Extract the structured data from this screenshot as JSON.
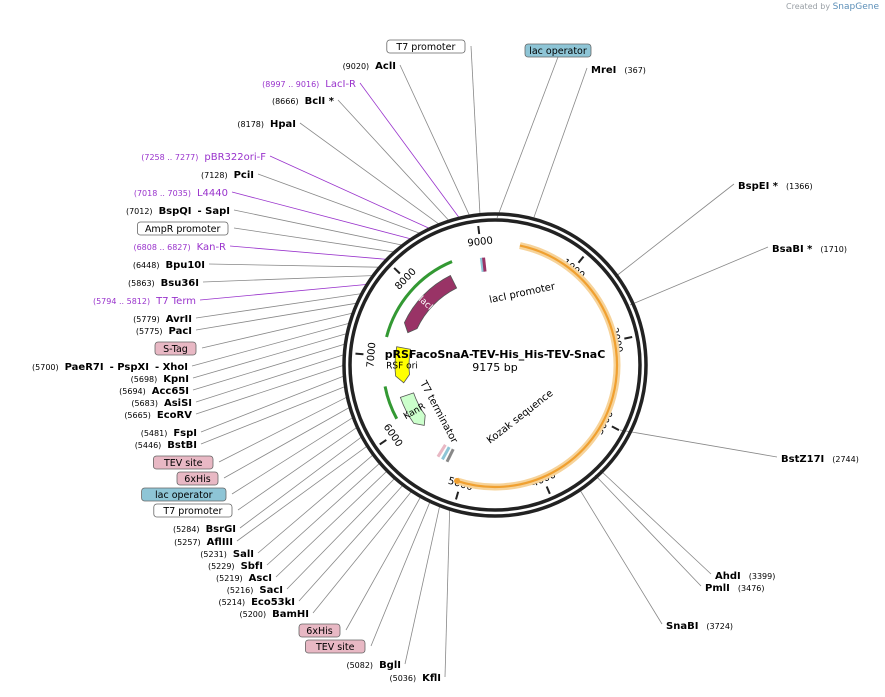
{
  "watermark": {
    "prefix": "Created by",
    "brand": "SnapGene"
  },
  "plasmid": {
    "name": "pRSFacoSnaA-TEV-His_His-TEV-SnaC",
    "length_text": "9175 bp",
    "length": 9175
  },
  "ticks": [
    {
      "pos": 1000,
      "label": "1000"
    },
    {
      "pos": 2000,
      "label": "2000"
    },
    {
      "pos": 3000,
      "label": "3000"
    },
    {
      "pos": 4000,
      "label": "4000"
    },
    {
      "pos": 5000,
      "label": "5000"
    },
    {
      "pos": 6000,
      "label": "6000"
    },
    {
      "pos": 7000,
      "label": "7000"
    },
    {
      "pos": 8000,
      "label": "8000"
    },
    {
      "pos": 9000,
      "label": "9000"
    }
  ],
  "features": [
    {
      "name": "lacI",
      "type": "cds",
      "start": 7400,
      "end": 8500,
      "color": "#993366",
      "text_color": "#ffffff"
    },
    {
      "name": "RSF ori",
      "type": "ori",
      "start": 6600,
      "end": 7150,
      "color": "#ffff00",
      "text_color": "#000000"
    },
    {
      "name": "KanR",
      "type": "cds",
      "start": 5850,
      "end": 6400,
      "color": "#ccffcc",
      "text_color": "#000000"
    },
    {
      "name": "Kozak sequence",
      "type": "cds_orange",
      "start": 300,
      "end": 5050,
      "color": "#f0a030"
    }
  ],
  "inner_labels": [
    {
      "text": "lacI promoter"
    },
    {
      "text": "T7 terminator"
    },
    {
      "text": "Kozak sequence"
    }
  ],
  "enzymes_right": [
    {
      "name": "MreI",
      "pos": "(367)"
    },
    {
      "name": "BspEI *",
      "pos": "(1366)"
    },
    {
      "name": "BsaBI *",
      "pos": "(1710)"
    },
    {
      "name": "BstZ17I",
      "pos": "(2744)"
    },
    {
      "name": "AhdI",
      "pos": "(3399)"
    },
    {
      "name": "PmlI",
      "pos": "(3476)"
    },
    {
      "name": "SnaBI",
      "pos": "(3724)"
    }
  ],
  "labels_left": [
    {
      "kind": "box",
      "text": "T7 promoter",
      "fill": "#ffffff"
    },
    {
      "kind": "enzyme",
      "name": "AclI",
      "pos": "(9020)"
    },
    {
      "kind": "primer",
      "name": "LacI-R",
      "pos": "(8997 .. 9016)"
    },
    {
      "kind": "enzyme",
      "name": "BclI *",
      "pos": "(8666)"
    },
    {
      "kind": "enzyme",
      "name": "HpaI",
      "pos": "(8178)"
    },
    {
      "kind": "primer",
      "name": "pBR322ori-F",
      "pos": "(7258 .. 7277)"
    },
    {
      "kind": "enzyme",
      "name": "PciI",
      "pos": "(7128)"
    },
    {
      "kind": "primer",
      "name": "L4440",
      "pos": "(7018 .. 7035)"
    },
    {
      "kind": "enzyme",
      "name": "BspQI",
      "pos": "(7012)",
      "alt": "SapI"
    },
    {
      "kind": "box",
      "text": "AmpR promoter",
      "fill": "#ffffff"
    },
    {
      "kind": "primer",
      "name": "Kan-R",
      "pos": "(6808 .. 6827)"
    },
    {
      "kind": "enzyme",
      "name": "Bpu10I",
      "pos": "(6448)"
    },
    {
      "kind": "enzyme",
      "name": "Bsu36I",
      "pos": "(5863)"
    },
    {
      "kind": "primer",
      "name": "T7 Term",
      "pos": "(5794 .. 5812)"
    },
    {
      "kind": "enzyme",
      "name": "AvrII",
      "pos": "(5779)"
    },
    {
      "kind": "enzyme",
      "name": "PacI",
      "pos": "(5775)"
    },
    {
      "kind": "box",
      "text": "S-Tag",
      "fill": "#e8b8c4"
    },
    {
      "kind": "enzyme",
      "name": "PaeR7I",
      "pos": "(5700)",
      "alt": "PspXI",
      "alt2": "XhoI"
    },
    {
      "kind": "enzyme",
      "name": "KpnI",
      "pos": "(5698)"
    },
    {
      "kind": "enzyme",
      "name": "Acc65I",
      "pos": "(5694)"
    },
    {
      "kind": "enzyme",
      "name": "AsiSI",
      "pos": "(5683)"
    },
    {
      "kind": "enzyme",
      "name": "EcoRV",
      "pos": "(5665)"
    },
    {
      "kind": "enzyme",
      "name": "FspI",
      "pos": "(5481)"
    },
    {
      "kind": "enzyme",
      "name": "BstBI",
      "pos": "(5446)"
    },
    {
      "kind": "box",
      "text": "TEV site",
      "fill": "#e8b8c4"
    },
    {
      "kind": "box",
      "text": "6xHis",
      "fill": "#e8b8c4"
    },
    {
      "kind": "box",
      "text": "lac operator",
      "fill": "#8ec5d6"
    },
    {
      "kind": "box",
      "text": "T7 promoter",
      "fill": "#ffffff"
    },
    {
      "kind": "enzyme",
      "name": "BsrGI",
      "pos": "(5284)"
    },
    {
      "kind": "enzyme",
      "name": "AflIII",
      "pos": "(5257)"
    },
    {
      "kind": "enzyme",
      "name": "SalI",
      "pos": "(5231)"
    },
    {
      "kind": "enzyme",
      "name": "SbfI",
      "pos": "(5229)"
    },
    {
      "kind": "enzyme",
      "name": "AscI",
      "pos": "(5219)"
    },
    {
      "kind": "enzyme",
      "name": "SacI",
      "pos": "(5216)"
    },
    {
      "kind": "enzyme",
      "name": "Eco53kI",
      "pos": "(5214)"
    },
    {
      "kind": "enzyme",
      "name": "BamHI",
      "pos": "(5200)"
    },
    {
      "kind": "box",
      "text": "6xHis",
      "fill": "#e8b8c4"
    },
    {
      "kind": "box",
      "text": "TEV site",
      "fill": "#e8b8c4"
    },
    {
      "kind": "enzyme",
      "name": "BglI",
      "pos": "(5082)"
    },
    {
      "kind": "enzyme",
      "name": "KflI",
      "pos": "(5036)"
    }
  ],
  "top_box": {
    "text": "lac operator",
    "fill": "#8ec5d6"
  }
}
